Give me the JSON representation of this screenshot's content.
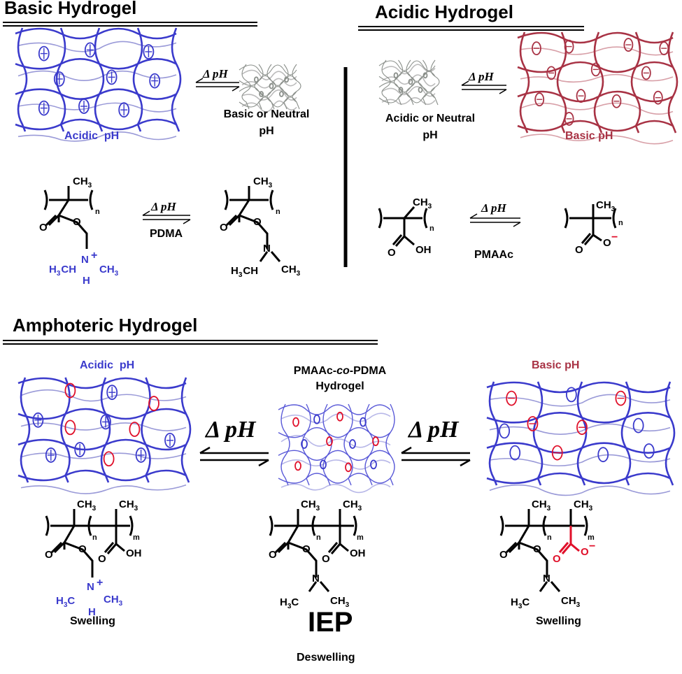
{
  "colors": {
    "basic_network": "#3a3acc",
    "acidic_network": "#a83244",
    "red_group": "#e0102a",
    "protonated_blue": "#3a3acc",
    "gray_network": "#888888"
  },
  "sections": {
    "basic": {
      "title": "Basic Hydrogel",
      "state_swollen": "Acidic  pH",
      "state_collapsed": [
        "Basic or Neutral",
        "pH"
      ],
      "delta_ph": "Δ pH",
      "polymer_name": "PDMA"
    },
    "acidic": {
      "title": "Acidic Hydrogel",
      "state_collapsed": [
        "Acidic or Neutral",
        "pH"
      ],
      "state_swollen": "Basic pH",
      "delta_ph": "Δ pH",
      "polymer_name": "PMAAc"
    },
    "amphoteric": {
      "title": "Amphoteric Hydrogel",
      "left_state": "Acidic  pH",
      "center_state": [
        "PMAAc-",
        "co",
        "-PDMA",
        "Hydrogel"
      ],
      "right_state": "Basic pH",
      "delta_ph_left": "Δ pH",
      "delta_ph_right": "Δ pH",
      "left_label": "Swelling",
      "center_label": "IEP",
      "center_sublabel": "Deswelling",
      "right_label": "Swelling"
    }
  },
  "chem": {
    "ch3": "CH",
    "three": "3",
    "n": "n",
    "m": "m",
    "o": "O",
    "oh": "OH",
    "n_atom": "N",
    "h": "H",
    "h3c": "H",
    "plus": "+",
    "minus": "−"
  }
}
